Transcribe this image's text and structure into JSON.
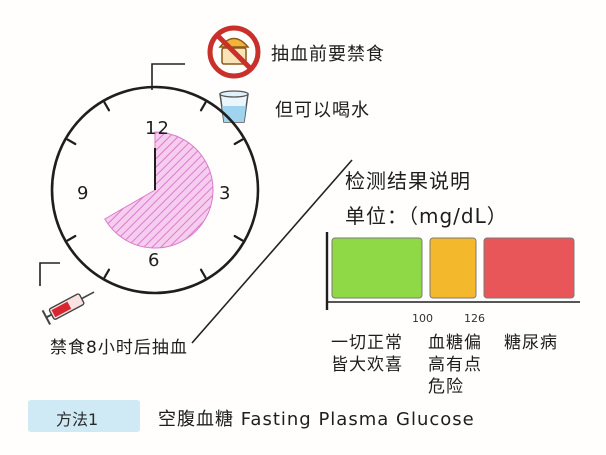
{
  "steps": {
    "no_food": "抽血前要禁食",
    "water_ok": "但可以喝水",
    "fast_hours": "禁食8小时后抽血"
  },
  "clock": {
    "numbers": [
      "12",
      "3",
      "6",
      "9"
    ],
    "fasting_hours": 8,
    "fill_color": "#e58ad6"
  },
  "results": {
    "title": "检测结果说明",
    "unit": "单位：（mg/dL）",
    "thresholds": [
      "100",
      "126"
    ],
    "bands": [
      {
        "label_lines": [
          "一切正常",
          "皆大欢喜"
        ],
        "color": "#8fd846"
      },
      {
        "label_lines": [
          "血糖偏",
          "高有点",
          "危险"
        ],
        "color": "#f4b82c"
      },
      {
        "label_lines": [
          "糖尿病"
        ],
        "color": "#e8565a"
      }
    ]
  },
  "method": {
    "badge": "方法1",
    "caption": "空腹血糖 Fasting Plasma Glucose"
  },
  "icons": [
    "no-food-icon",
    "water-glass-icon",
    "syringe-icon",
    "clock-icon"
  ]
}
